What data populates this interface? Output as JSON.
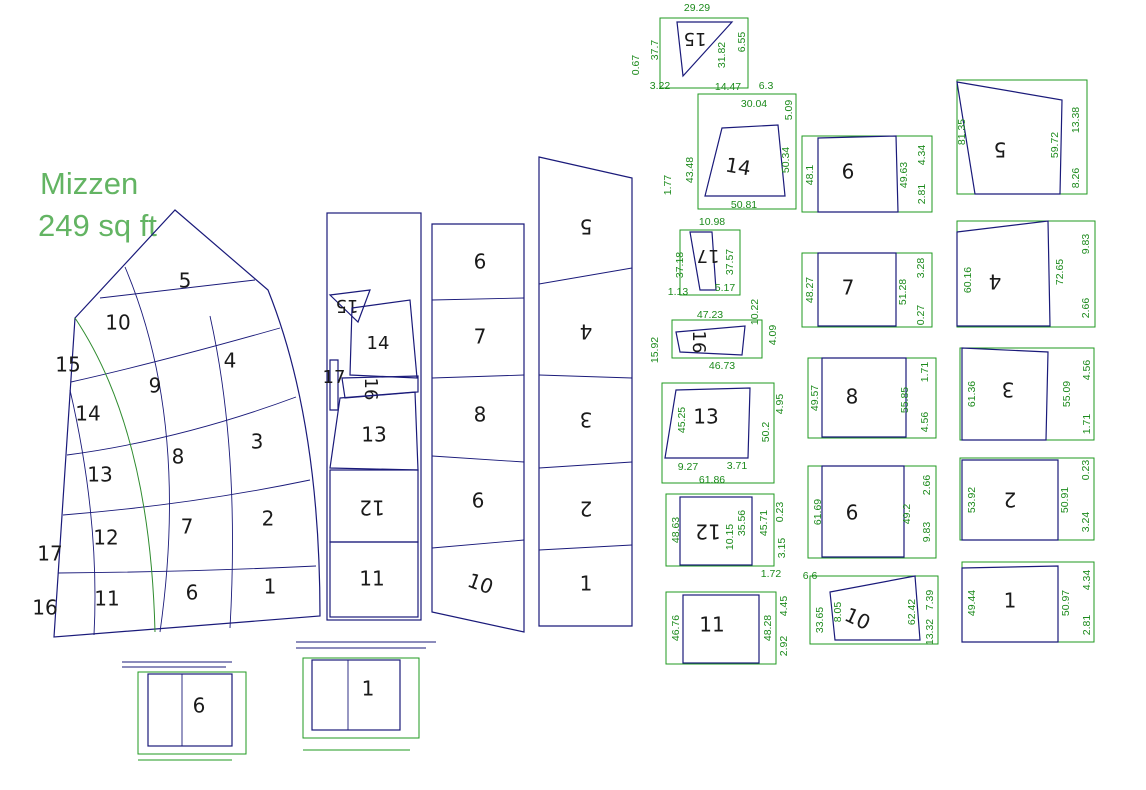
{
  "title": {
    "line1": "Mizzen",
    "line2": "249 sq ft"
  },
  "sail_labels": [
    "1",
    "2",
    "3",
    "4",
    "5",
    "6",
    "7",
    "8",
    "9",
    "10",
    "11",
    "12",
    "13",
    "14",
    "15",
    "16",
    "17"
  ],
  "strip1_labels": {
    "p15": "15",
    "p14": "14",
    "p17": "17",
    "p16": "16",
    "p13": "13",
    "p12": "12",
    "p11": "11"
  },
  "strip2_labels": {
    "p6": "6",
    "p7": "7",
    "p8": "8",
    "p9": "9",
    "p10": "10"
  },
  "strip3_labels": {
    "p5": "5",
    "p4": "4",
    "p3": "3",
    "p2": "2",
    "p1": "1"
  },
  "pieces": [
    {
      "id": "15",
      "dims": [
        "29.29",
        "37.7",
        "31.82",
        "6.55",
        "0.67",
        "3.22"
      ]
    },
    {
      "id": "14",
      "dims": [
        "14.47",
        "6.3",
        "30.04",
        "5.09",
        "43.48",
        "50.34",
        "1.77",
        "50.81"
      ]
    },
    {
      "id": "17",
      "dims": [
        "10.98",
        "37.18",
        "37.57",
        "1.13",
        "5.17"
      ]
    },
    {
      "id": "16",
      "dims": [
        "47.23",
        "10.22",
        "4.09",
        "15.92",
        "46.73"
      ]
    },
    {
      "id": "13",
      "dims": [
        "45.25",
        "50.2",
        "4.95",
        "9.27",
        "3.71",
        "61.86"
      ]
    },
    {
      "id": "12",
      "dims": [
        "48.63",
        "35.56",
        "45.71",
        "0.23",
        "10.15",
        "3.15",
        "1.72"
      ]
    },
    {
      "id": "11",
      "dims": [
        "46.76",
        "48.28",
        "4.45",
        "2.92"
      ]
    },
    {
      "id": "10",
      "dims": [
        "6.6",
        "33.65",
        "8.05",
        "62.42",
        "7.39",
        "13.32"
      ]
    },
    {
      "id": "9",
      "dims": [
        "61.69",
        "49.2",
        "2.66",
        "9.83"
      ]
    },
    {
      "id": "8",
      "dims": [
        "49.57",
        "55.85",
        "1.71",
        "4.56"
      ]
    },
    {
      "id": "7",
      "dims": [
        "48.27",
        "51.28",
        "3.28",
        "0.27"
      ]
    },
    {
      "id": "6",
      "dims": [
        "48.1",
        "49.63",
        "4.34",
        "2.81"
      ]
    },
    {
      "id": "5",
      "dims": [
        "81.35",
        "59.72",
        "13.38",
        "8.26"
      ]
    },
    {
      "id": "4",
      "dims": [
        "60.16",
        "72.65",
        "9.83",
        "2.66"
      ]
    },
    {
      "id": "3",
      "dims": [
        "61.36",
        "55.09",
        "4.56",
        "1.71"
      ]
    },
    {
      "id": "2",
      "dims": [
        "53.92",
        "50.91",
        "0.23",
        "3.24"
      ]
    },
    {
      "id": "1",
      "dims": [
        "49.44",
        "50.97",
        "4.34",
        "2.81"
      ]
    }
  ],
  "detail_left": {
    "label": "6"
  },
  "detail_right": {
    "label": "1"
  }
}
